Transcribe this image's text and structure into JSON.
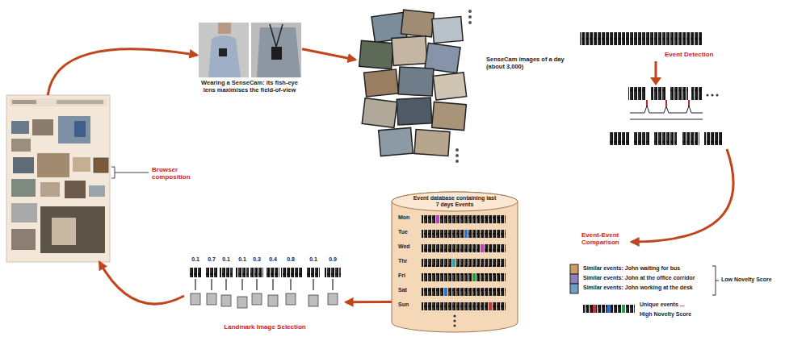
{
  "diagram": {
    "nodes": [
      {
        "text": [
          "Browser composition"
        ]
      },
      {
        "text": [
          "Wearing a SenseCam: its fish-eye lens maximises the field-of-view"
        ]
      },
      {
        "text": [
          "SenseCam images of a day (about 3,000)"
        ]
      },
      {
        "text": [
          "Event Detection"
        ]
      },
      {
        "text": [
          "Event-Event Comparison"
        ]
      },
      {
        "text": [
          "Event database containing last 7 days Events",
          "Mon",
          "Tue",
          "Wed",
          "Thr",
          "Fri",
          "Sat",
          "Sun"
        ]
      },
      {
        "text": [
          "Landmark Image Selection"
        ]
      }
    ],
    "edges": [
      {
        "from": 0,
        "to": 1,
        "arrow": "to"
      },
      {
        "from": 1,
        "to": 2,
        "arrow": "to"
      },
      {
        "from": 3,
        "to": 4,
        "arrow": "to"
      },
      {
        "from": 5,
        "to": 6,
        "arrow": "to"
      },
      {
        "from": 6,
        "to": 0,
        "arrow": "to"
      }
    ],
    "labels": [
      "0.1",
      "0.7",
      "0.1",
      "0.1",
      "0.3",
      "0.4",
      "0.8",
      "0.1",
      "0.9",
      "Similar events: John waiting for bus",
      "Similar events: John at the office corridor",
      "Similar events: John working at the desk",
      "Low Novelty Score",
      "Unique events ...",
      "High Novelty Score"
    ]
  }
}
